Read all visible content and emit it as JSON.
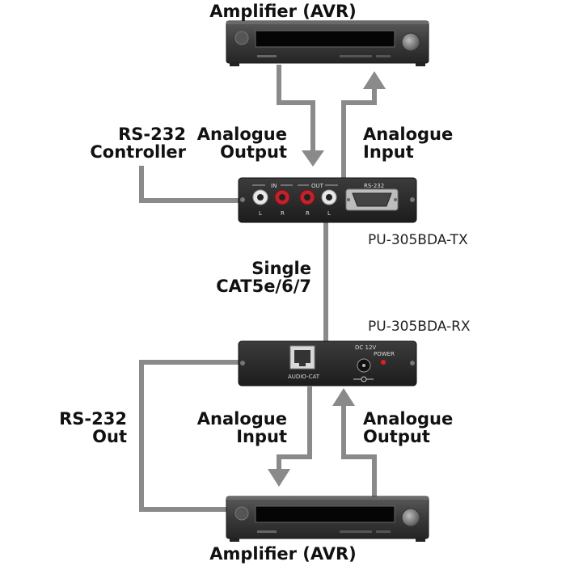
{
  "top_amplifier": {
    "title": "Amplifier (AVR)"
  },
  "bottom_amplifier": {
    "title": "Amplifier (AVR)"
  },
  "transmitter": {
    "model": "PU-305BDA-TX",
    "in_label": "IN",
    "out_label": "OUT",
    "rs232_label": "RS-232",
    "jack_labels": [
      "L",
      "R",
      "R",
      "L"
    ]
  },
  "receiver": {
    "model": "PU-305BDA-RX",
    "port_label": "AUDIO-CAT",
    "dc_label": "DC 12V",
    "power_label": "POWER"
  },
  "labels": {
    "rs232_controller": [
      "RS-232",
      "Controller"
    ],
    "analogue_output_top": [
      "Analogue",
      "Output"
    ],
    "analogue_input_top": [
      "Analogue",
      "Input"
    ],
    "cable": [
      "Single",
      "CAT5e/6/7"
    ],
    "rs232_out": [
      "RS-232",
      "Out"
    ],
    "analogue_input_bottom": [
      "Analogue",
      "Input"
    ],
    "analogue_output_bottom": [
      "Analogue",
      "Output"
    ]
  },
  "colors": {
    "connector_line": "#8a8a8a",
    "device_body": "#2a2a2a",
    "rca_red": "#c0232b",
    "rca_white": "#e8e8e8",
    "power_led": "#e02020"
  }
}
